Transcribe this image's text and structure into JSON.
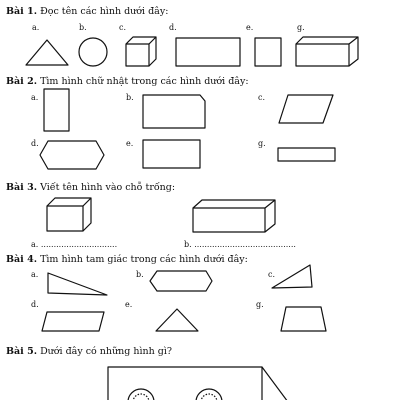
{
  "exercises": [
    {
      "number": "Bài 1.",
      "text": "Đọc tên các hình dưới đây:",
      "labels": [
        "a.",
        "b.",
        "c.",
        "d.",
        "e.",
        "g."
      ]
    },
    {
      "number": "Bài 2.",
      "text": "Tìm hình chữ nhật trong các hình dưới đây:",
      "labels": [
        "a.",
        "b.",
        "c.",
        "d.",
        "e.",
        "g."
      ]
    },
    {
      "number": "Bài 3.",
      "text": "Viết tên hình vào chỗ trống:",
      "blanks": [
        "a. ..............................",
        "b. ........................................"
      ]
    },
    {
      "number": "Bài 4.",
      "text": "Tìm hình tam giác trong các hình dưới đây:",
      "labels": [
        "a.",
        "b.",
        "c.",
        "d.",
        "e.",
        "g."
      ]
    },
    {
      "number": "Bài 5.",
      "text": "Dưới đây có những hình gì?"
    }
  ]
}
